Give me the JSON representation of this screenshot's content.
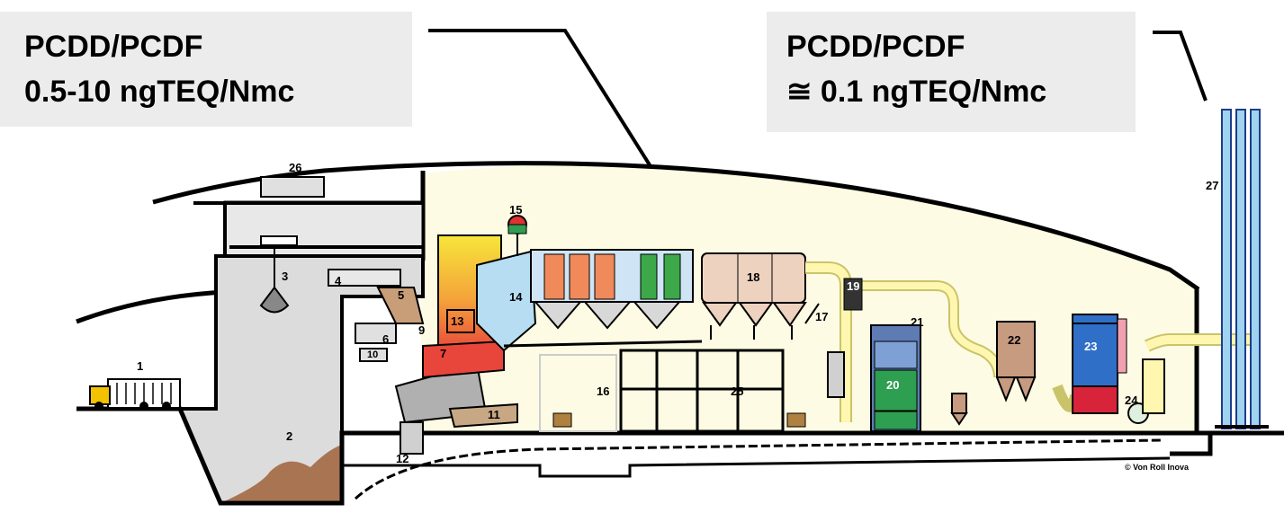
{
  "callouts": {
    "left": {
      "line1": "PCDD/PCDF",
      "line2": "0.5-10 ngTEQ/Nmc"
    },
    "right": {
      "line1": "PCDD/PCDF",
      "line2": "≅ 0.1 ngTEQ/Nmc"
    }
  },
  "plant": {
    "labels": {
      "n1": "1",
      "n2": "2",
      "n3": "3",
      "n4": "4",
      "n5": "5",
      "n6": "6",
      "n7": "7",
      "n9": "9",
      "n10": "10",
      "n11": "11",
      "n12": "12",
      "n13": "13",
      "n14": "14",
      "n15": "15",
      "n16": "16",
      "n17": "17",
      "n18": "18",
      "n19": "19",
      "n20": "20",
      "n21": "21",
      "n22": "22",
      "n23": "23",
      "n24": "24",
      "n25": "25",
      "n26": "26",
      "n27": "27"
    },
    "copyright": "© Von Roll Inova"
  },
  "colors": {
    "building_fill": "#fdfbe3",
    "callout_bg": "#ececec",
    "stack_blue": "#9fd3f0",
    "filter_orange": "#f08a5a",
    "filter_green": "#3ca84a",
    "filter_blue": "#2f6fc8",
    "boiler_yellow": "#f4d22a",
    "boiler_red": "#e23b3b",
    "boiler_lightblue": "#b7ddf3",
    "duct_yellow": "#fff7b0",
    "filter18_tan": "#ecd2bf",
    "scrubber_blue": "#5e7bb3",
    "scrubber_green": "#2e9e50",
    "tower22_brown": "#c69b80",
    "tower23_red": "#d8243a"
  }
}
